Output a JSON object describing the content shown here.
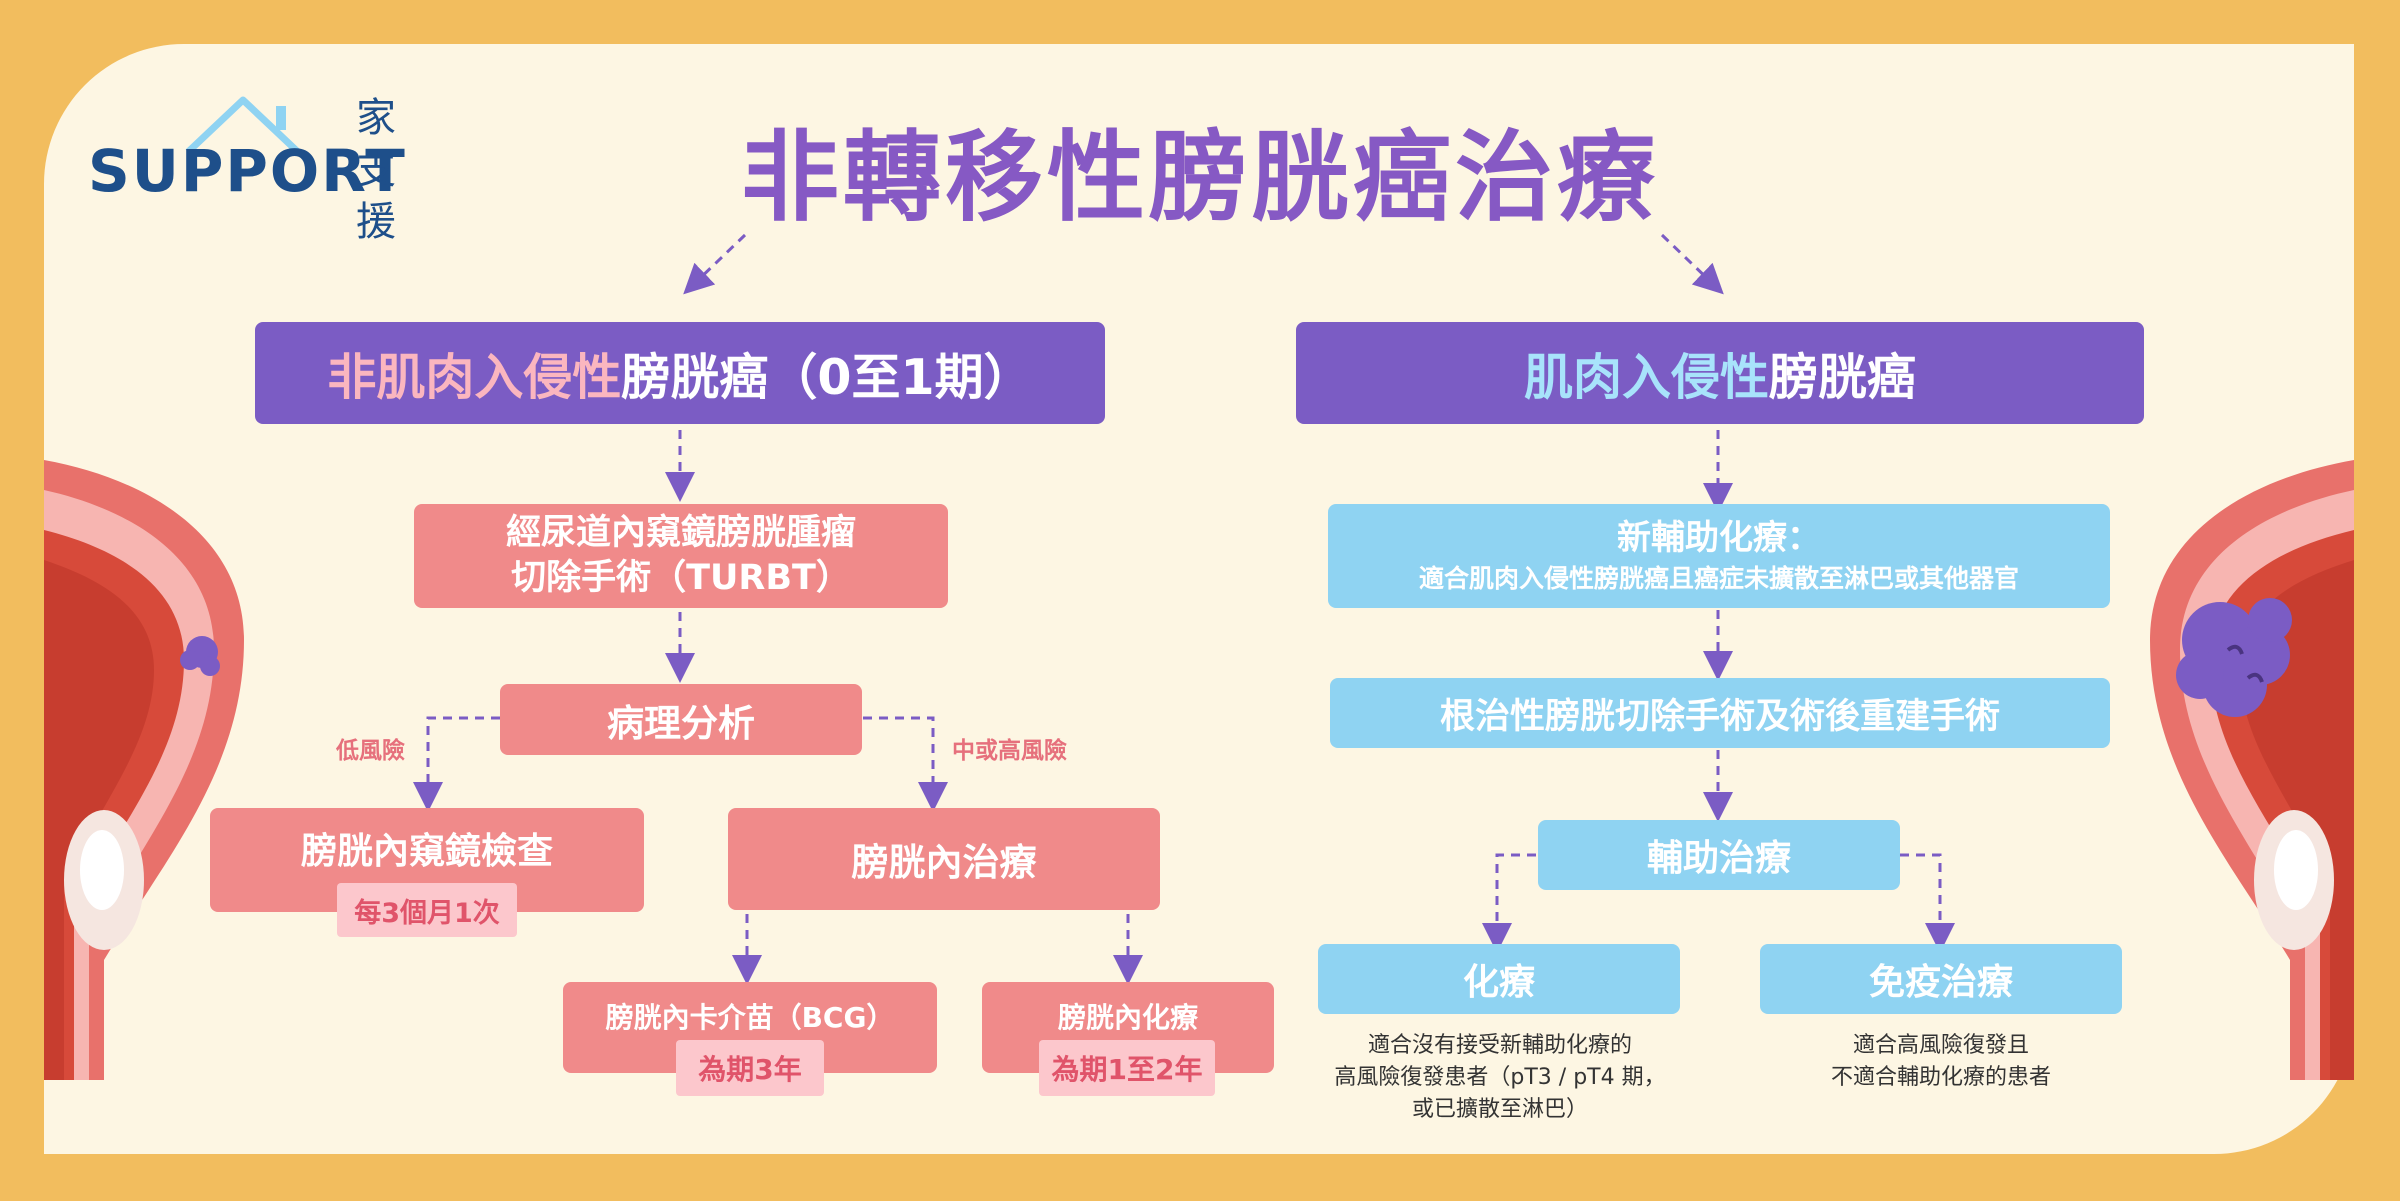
{
  "logo": {
    "word": "SUPPORT",
    "chars": [
      "家",
      "支",
      "援"
    ]
  },
  "title": "非轉移性膀胱癌治療",
  "left": {
    "header_highlight": "非肌肉入侵性",
    "header_rest": "膀胱癌（0至1期）",
    "turbt_line1": "經尿道內窺鏡膀胱腫瘤",
    "turbt_line2": "切除手術（TURBT）",
    "pathology": "病理分析",
    "low_risk": "低風險",
    "mid_high_risk": "中或高風險",
    "cystoscopy": "膀胱內窺鏡檢查",
    "cystoscopy_tag": "每3個月1次",
    "intravesical": "膀胱內治療",
    "bcg": "膀胱內卡介苗（BCG）",
    "bcg_tag": "為期3年",
    "chemo": "膀胱內化療",
    "chemo_tag": "為期1至2年"
  },
  "right": {
    "header_highlight": "肌肉入侵性",
    "header_rest": "膀胱癌",
    "neoadj_title": "新輔助化療：",
    "neoadj_sub": "適合肌肉入侵性膀胱癌且癌症未擴散至淋巴或其他器官",
    "radical": "根治性膀胱切除手術及術後重建手術",
    "adjuvant": "輔助治療",
    "chemo": "化療",
    "chemo_note_1": "適合沒有接受新輔助化療的",
    "chemo_note_2": "高風險復發患者（pT3 / pT4 期，",
    "chemo_note_3": "或已擴散至淋巴）",
    "immuno": "免疫治療",
    "immuno_note_1": "適合高風險復發且",
    "immuno_note_2": "不適合輔助化療的患者"
  },
  "colors": {
    "frame": "#f2bd5e",
    "background": "#fdf6e3",
    "title": "#8659c4",
    "purple_box": "#7b5cc4",
    "pink_box": "#f08a8a",
    "blue_box": "#8fd3f2",
    "tag_bg": "#fcc7cc",
    "highlight_pink": "#fbb6bf",
    "highlight_blue": "#a8e3fb"
  }
}
